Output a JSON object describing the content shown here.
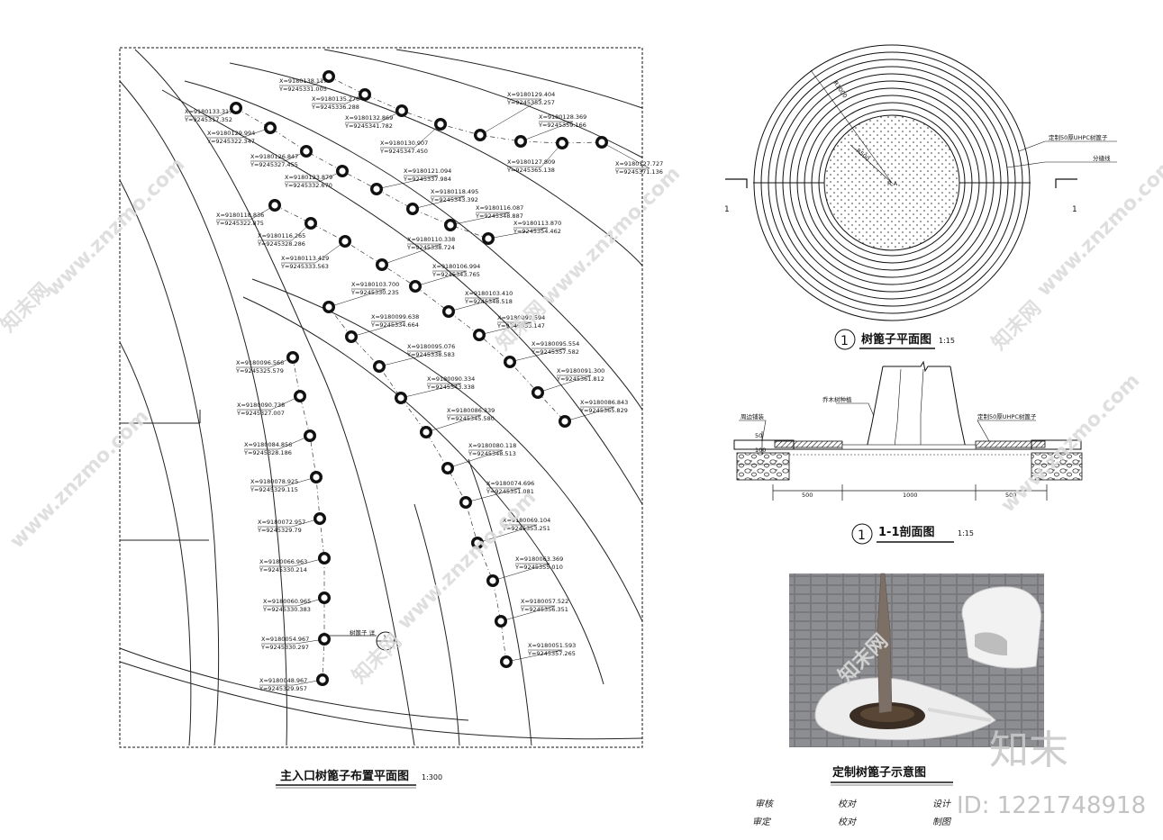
{
  "plan": {
    "title": "主入口树篦子布置平面图",
    "scale": "1:300",
    "callout": "树篦子 详",
    "callout_num": "1",
    "trees": [
      {
        "x": "X=9180133.317",
        "y": "Y=9245317.352"
      },
      {
        "x": "X=9180138.117",
        "y": "Y=9245331.005"
      },
      {
        "x": "X=9180135.278",
        "y": "Y=9245336.288"
      },
      {
        "x": "X=9180132.869",
        "y": "Y=9245341.782"
      },
      {
        "x": "X=9180130.907",
        "y": "Y=9245347.450"
      },
      {
        "x": "X=9180129.404",
        "y": "Y=9245353.257"
      },
      {
        "x": "X=9180128.369",
        "y": "Y=9245359.166"
      },
      {
        "x": "X=9180127.809",
        "y": "Y=9245365.138"
      },
      {
        "x": "X=9180127.727",
        "y": "Y=9245371.136"
      },
      {
        "x": "X=9180129.994",
        "y": "Y=9245322.347"
      },
      {
        "x": "X=9180126.847",
        "y": "Y=9245327.455"
      },
      {
        "x": "X=9180123.879",
        "y": "Y=9245332.670"
      },
      {
        "x": "X=9180121.094",
        "y": "Y=9245337.984"
      },
      {
        "x": "X=9180118.495",
        "y": "Y=9245343.392"
      },
      {
        "x": "X=9180116.087",
        "y": "Y=9245348.887"
      },
      {
        "x": "X=9180113.870",
        "y": "Y=9245354.462"
      },
      {
        "x": "X=9180118.836",
        "y": "Y=9245322.875"
      },
      {
        "x": "X=9180116.265",
        "y": "Y=9245328.286"
      },
      {
        "x": "X=9180113.429",
        "y": "Y=9245333.563"
      },
      {
        "x": "X=9180110.338",
        "y": "Y=9245338.724"
      },
      {
        "x": "X=9180106.994",
        "y": "Y=9245343.765"
      },
      {
        "x": "X=9180103.410",
        "y": "Y=9245348.518"
      },
      {
        "x": "X=9180099.594",
        "y": "Y=9245353.147"
      },
      {
        "x": "X=9180095.554",
        "y": "Y=9245357.582"
      },
      {
        "x": "X=9180091.300",
        "y": "Y=9245361.812"
      },
      {
        "x": "X=9180086.843",
        "y": "Y=9245365.829"
      },
      {
        "x": "X=9180103.700",
        "y": "Y=9245330.235"
      },
      {
        "x": "X=9180099.638",
        "y": "Y=9245334.664"
      },
      {
        "x": "X=9180095.076",
        "y": "Y=9245338.583"
      },
      {
        "x": "X=9180090.334",
        "y": "Y=9245343.338"
      },
      {
        "x": "X=9180086.339",
        "y": "Y=9245345.580"
      },
      {
        "x": "X=9180080.118",
        "y": "Y=9245348.513"
      },
      {
        "x": "X=9180074.696",
        "y": "Y=9245351.081"
      },
      {
        "x": "X=9180069.104",
        "y": "Y=9245353.251"
      },
      {
        "x": "X=9180063.369",
        "y": "Y=9245355.010"
      },
      {
        "x": "X=9180057.522",
        "y": "Y=9245356.351"
      },
      {
        "x": "X=9180051.593",
        "y": "Y=9245357.265"
      },
      {
        "x": "X=9180096.566",
        "y": "Y=9245325.579"
      },
      {
        "x": "X=9180090.738",
        "y": "Y=9245327.007"
      },
      {
        "x": "X=9180084.856",
        "y": "Y=9245328.186"
      },
      {
        "x": "X=9180078.925",
        "y": "Y=9245329.115"
      },
      {
        "x": "X=9180072.957",
        "y": "Y=9245329.79"
      },
      {
        "x": "X=9180066.963",
        "y": "Y=9245330.214"
      },
      {
        "x": "X=9180060.965",
        "y": "Y=9245330.383"
      },
      {
        "x": "X=9180054.967",
        "y": "Y=9245330.297"
      },
      {
        "x": "X=9180048.967",
        "y": "Y=9245329.957"
      }
    ]
  },
  "grate_plan": {
    "num": "1",
    "title": "树篦子平面图",
    "scale": "1:15",
    "label_material": "定制50厚UHPC树篦子",
    "label_joint": "分缝线",
    "cut_left": "1",
    "cut_right": "1",
    "dim_r1": "R500",
    "dim_r2": "R1000"
  },
  "section": {
    "num": "1",
    "title": "1-1剖面图",
    "scale": "1:15",
    "label_trunk": "乔木树种植",
    "label_edge": "周边铺装",
    "label_material": "定制50厚UHPC树篦子",
    "dims": [
      "500",
      "1000",
      "500"
    ],
    "h1": "50",
    "h2": "100"
  },
  "photo": {
    "caption": "定制树篦子示意图"
  },
  "signatures": {
    "row1": [
      "审核",
      "校对",
      "设计"
    ],
    "row2": [
      "审定",
      "校对",
      "制图"
    ]
  },
  "watermark": {
    "site": "www.znzmo.com",
    "brand": "知末网",
    "logo": "知末",
    "id": "ID: 1221748918"
  }
}
